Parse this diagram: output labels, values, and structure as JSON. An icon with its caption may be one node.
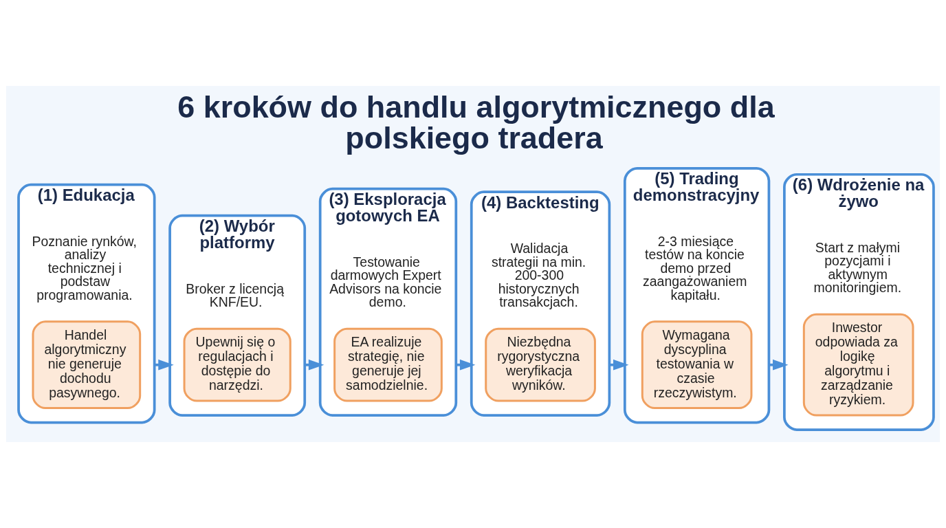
{
  "diagram": {
    "title": "6 kroków do handlu algorytmicznego dla polskiego tradera",
    "nodes": [
      {
        "text": [
          "(1) Edukacja",
          "Poznanie rynków, analizy technicznej i podstaw programowania."
        ]
      },
      {
        "text": [
          "Handel algorytmiczny nie generuje dochodu pasywnego."
        ],
        "in": 0
      },
      {
        "text": [
          "(2) Wybór platformy",
          "Broker z licencją KNF/EU."
        ]
      },
      {
        "text": [
          "Upewnij się o regulacjach i dostępie do narzędzi."
        ],
        "in": 2
      },
      {
        "text": [
          "(3) Eksploracja gotowych EA",
          "Testowanie darmowych Expert Advisors na koncie demo."
        ]
      },
      {
        "text": [
          "EA realizuje strategię, nie generuje jej samodzielnie."
        ],
        "in": 4
      },
      {
        "text": [
          "(4) Backtesting",
          "Walidacja strategii na min. 200-300 historycznych transakcjach."
        ]
      },
      {
        "text": [
          "Niezbędna rygorystyczna weryfikacja wyników."
        ],
        "in": 6
      },
      {
        "text": [
          "(5) Trading demonstracyjny",
          "2-3 miesiące testów na koncie demo przed zaangażowaniem kapitału."
        ]
      },
      {
        "text": [
          "Wymagana dyscyplina testowania w czasie rzeczywistym."
        ],
        "in": 8
      },
      {
        "text": [
          "(6) Wdrożenie na żywo",
          "Start z małymi pozycjami i aktywnym monitoringiem."
        ]
      },
      {
        "text": [
          "Inwestor odpowiada za logikę algorytmu i zarządzanie ryzykiem."
        ],
        "in": 10
      }
    ],
    "edges": [
      {
        "from": 0,
        "to": 2,
        "arrow": "to"
      },
      {
        "from": 2,
        "to": 4,
        "arrow": "to"
      },
      {
        "from": 4,
        "to": 6,
        "arrow": "to"
      },
      {
        "from": 6,
        "to": 8,
        "arrow": "to"
      },
      {
        "from": 8,
        "to": 10,
        "arrow": "to"
      }
    ]
  }
}
